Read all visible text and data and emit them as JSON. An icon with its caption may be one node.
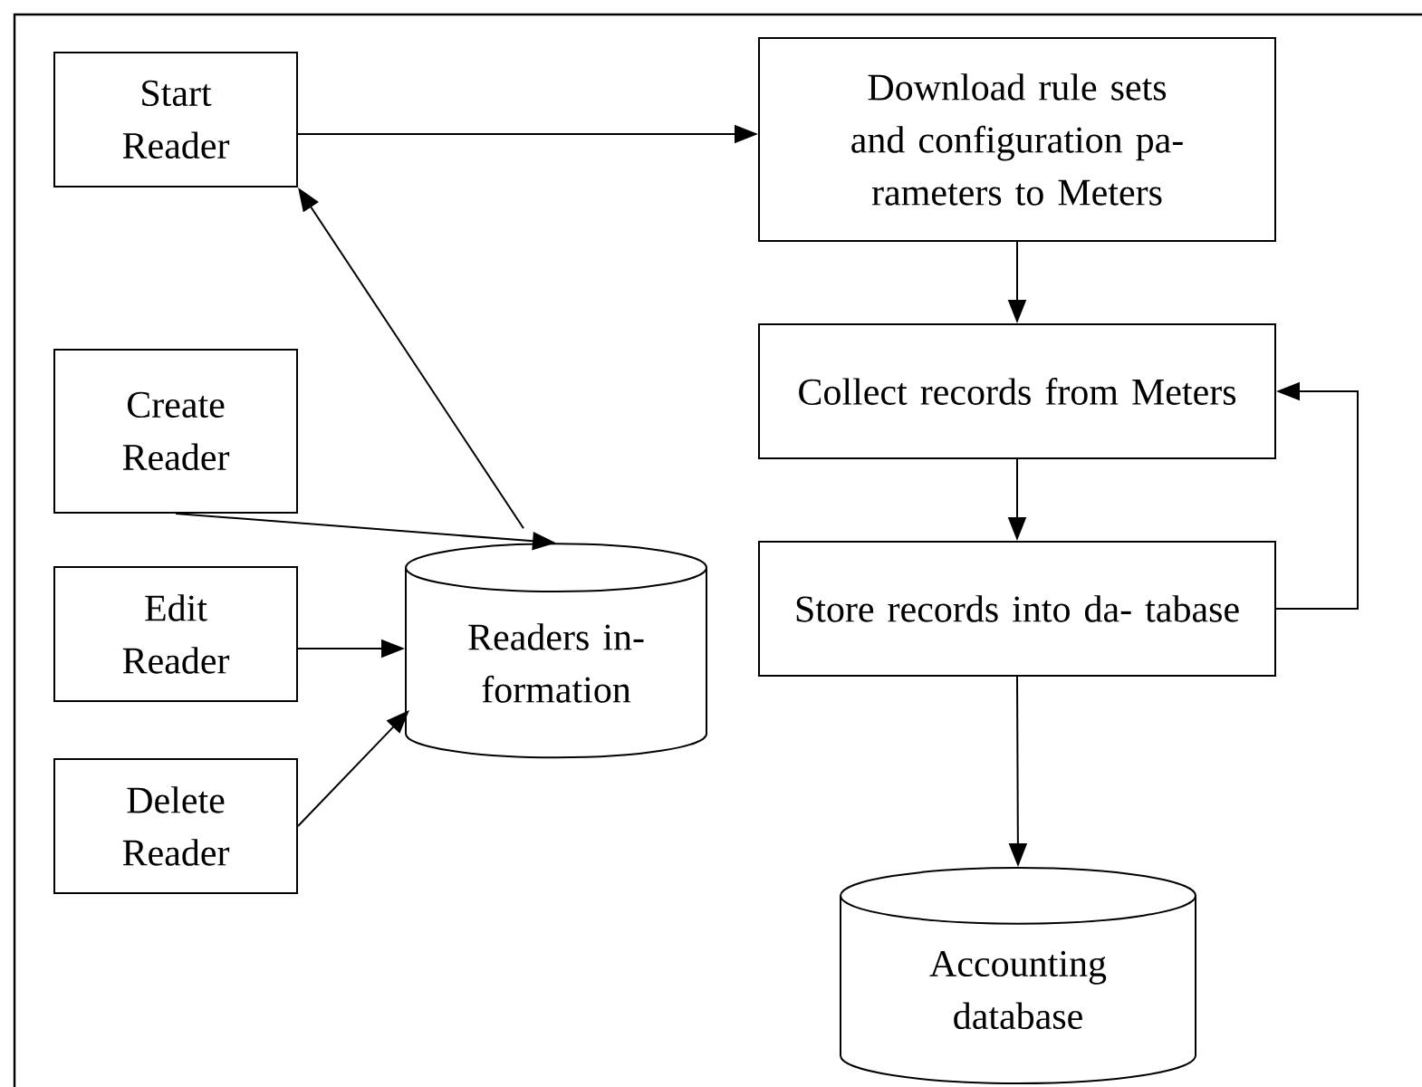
{
  "diagram": {
    "nodes": [
      {
        "text": [
          "Start Reader"
        ]
      },
      {
        "text": [
          "Download rule sets and configuration pa- rameters to Meters"
        ]
      },
      {
        "text": [
          "Create Reader"
        ]
      },
      {
        "text": [
          "Collect records from Meters"
        ]
      },
      {
        "text": [
          "Readers in- formation"
        ]
      },
      {
        "text": [
          "Edit Reader"
        ]
      },
      {
        "text": [
          "Store records into da- tabase"
        ]
      },
      {
        "text": [
          "Delete Reader"
        ]
      },
      {
        "text": [
          "Accounting database"
        ]
      }
    ],
    "edges": [
      {
        "from": 0,
        "to": 1,
        "arrow": "to"
      },
      {
        "from": 4,
        "to": 0,
        "arrow": "to"
      },
      {
        "from": 2,
        "to": 4,
        "arrow": "to"
      },
      {
        "from": 5,
        "to": 4,
        "arrow": "to"
      },
      {
        "from": 7,
        "to": 4,
        "arrow": "to"
      },
      {
        "from": 1,
        "to": 3,
        "arrow": "to"
      },
      {
        "from": 3,
        "to": 6,
        "arrow": "to"
      },
      {
        "from": 6,
        "to": 3,
        "arrow": "to"
      },
      {
        "from": 6,
        "to": 8,
        "arrow": "to"
      }
    ]
  }
}
